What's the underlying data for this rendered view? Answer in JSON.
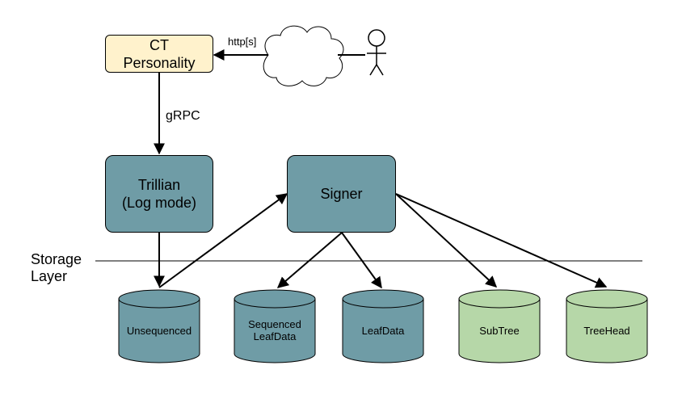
{
  "nodes": {
    "ct_personality": {
      "line1": "CT",
      "line2": "Personality"
    },
    "trillian": {
      "line1": "Trillian",
      "line2": "(Log mode)"
    },
    "signer": {
      "label": "Signer"
    }
  },
  "edges": {
    "http": "http[s]",
    "grpc": "gRPC"
  },
  "storage_layer": {
    "line1": "Storage",
    "line2": "Layer"
  },
  "storage": [
    {
      "line1": "Unsequenced",
      "line2": ""
    },
    {
      "line1": "Sequenced",
      "line2": "LeafData"
    },
    {
      "line1": "LeafData",
      "line2": ""
    },
    {
      "line1": "SubTree",
      "line2": ""
    },
    {
      "line1": "TreeHead",
      "line2": ""
    }
  ],
  "colors": {
    "teal": "#6f9ca6",
    "green": "#b6d7a8",
    "cream": "#fff2cc"
  }
}
